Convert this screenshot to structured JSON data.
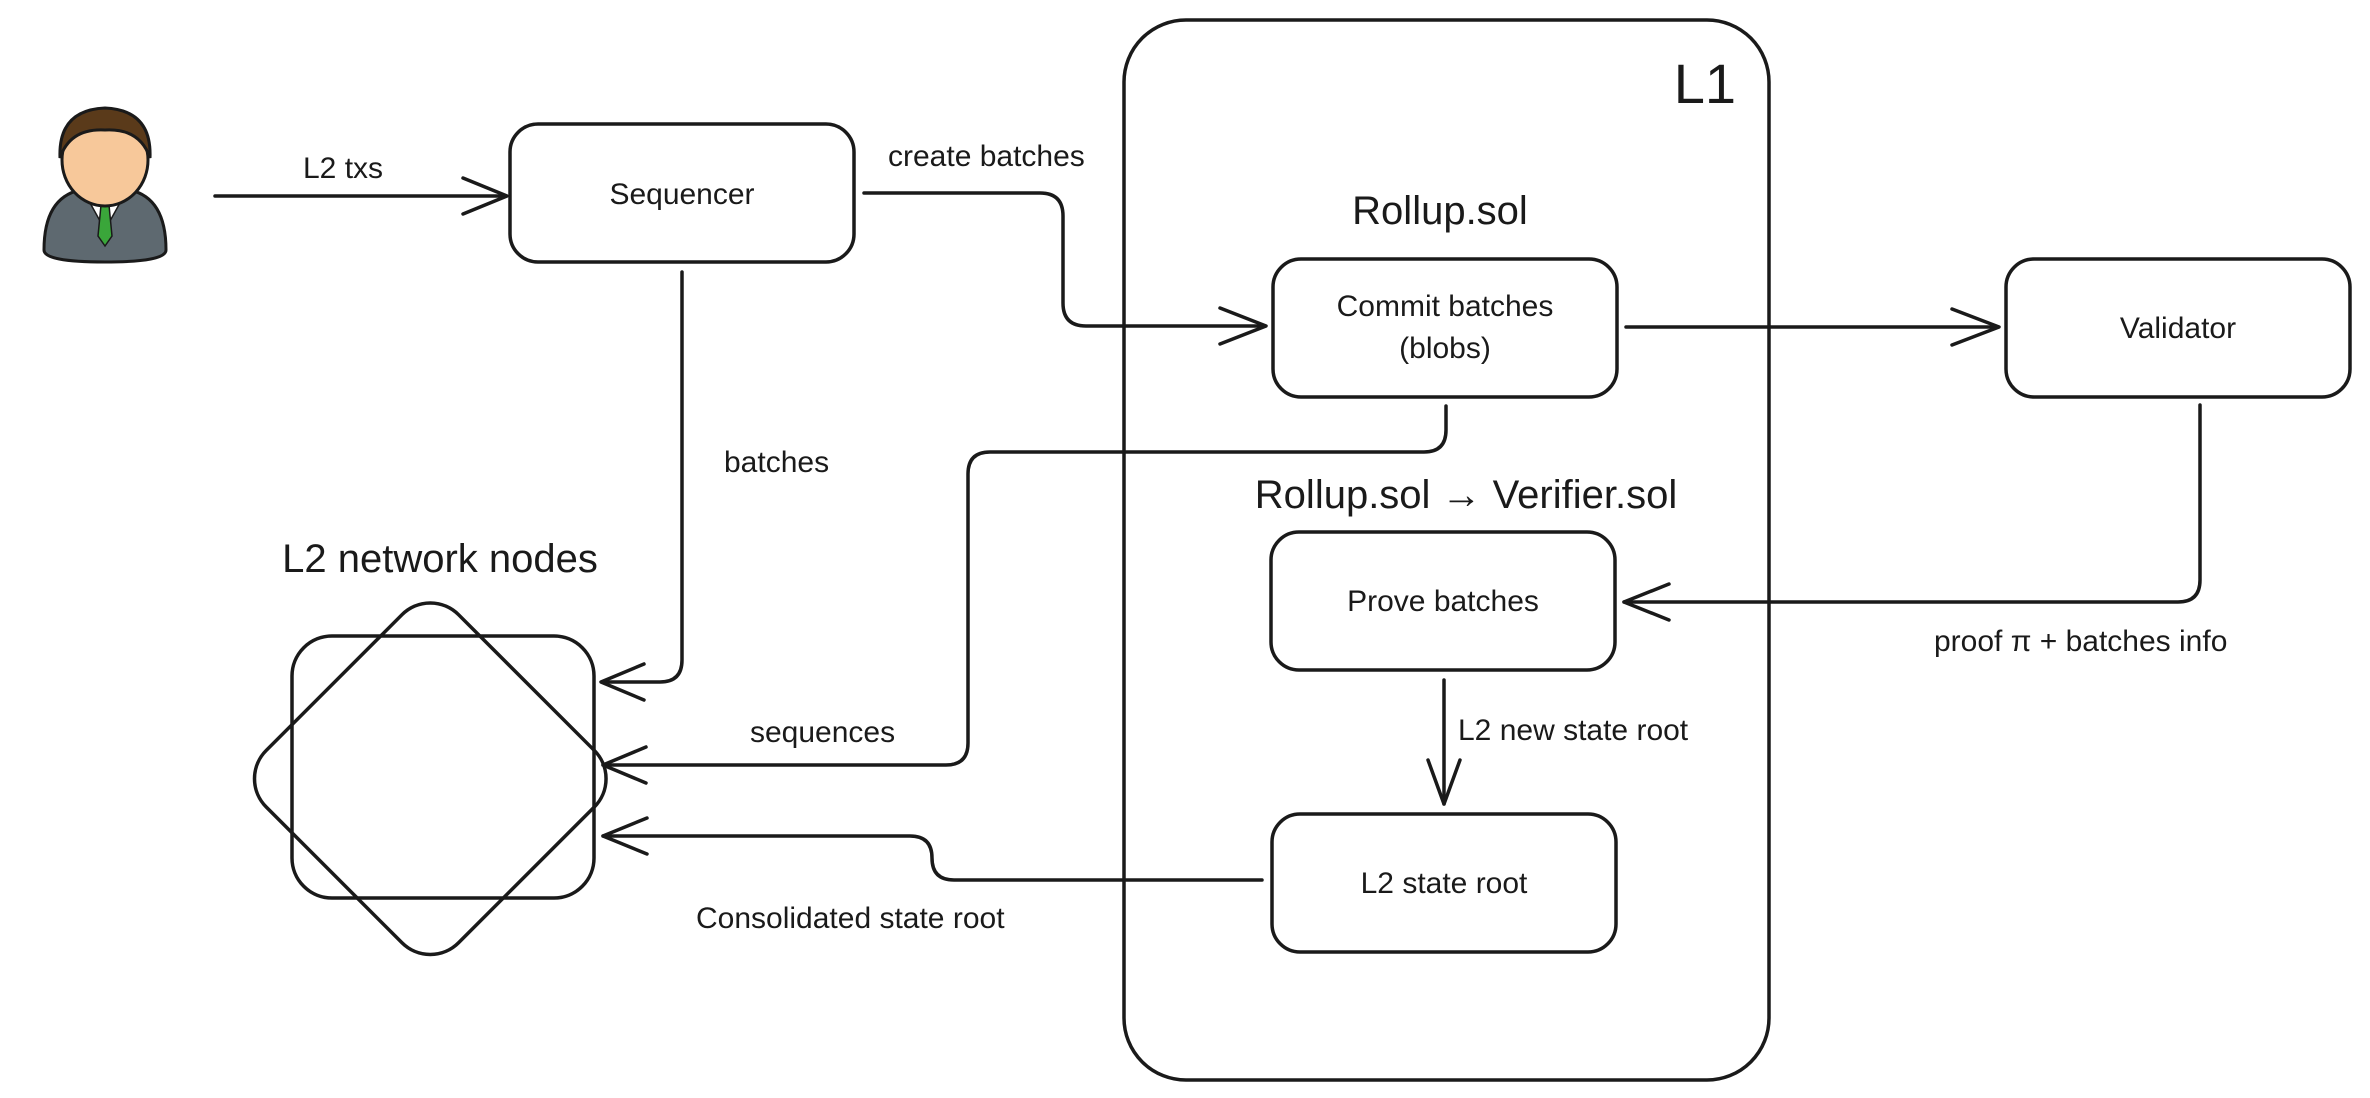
{
  "container": {
    "title": "L1"
  },
  "sections": {
    "rollup": "Rollup.sol",
    "rollup_verifier": "Rollup.sol → Verifier.sol",
    "network": "L2 network nodes"
  },
  "nodes": {
    "user": {
      "icon": "user-avatar-icon"
    },
    "sequencer": "Sequencer",
    "commit_line1": "Commit batches",
    "commit_line2": "(blobs)",
    "validator": "Validator",
    "prove": "Prove batches",
    "state_root": "L2 state root"
  },
  "edges": {
    "l2_txs": "L2 txs",
    "create_batches": "create batches",
    "batches": "batches",
    "sequences": "sequences",
    "proof": "proof π + batches info",
    "new_state_root": "L2 new state root",
    "consolidated": "Consolidated state root"
  },
  "colors": {
    "stroke": "#1a1a1a",
    "hair": "#5a3a1a",
    "face": "#f7c89a",
    "suit": "#5e6970",
    "tie": "#3aa63a"
  }
}
